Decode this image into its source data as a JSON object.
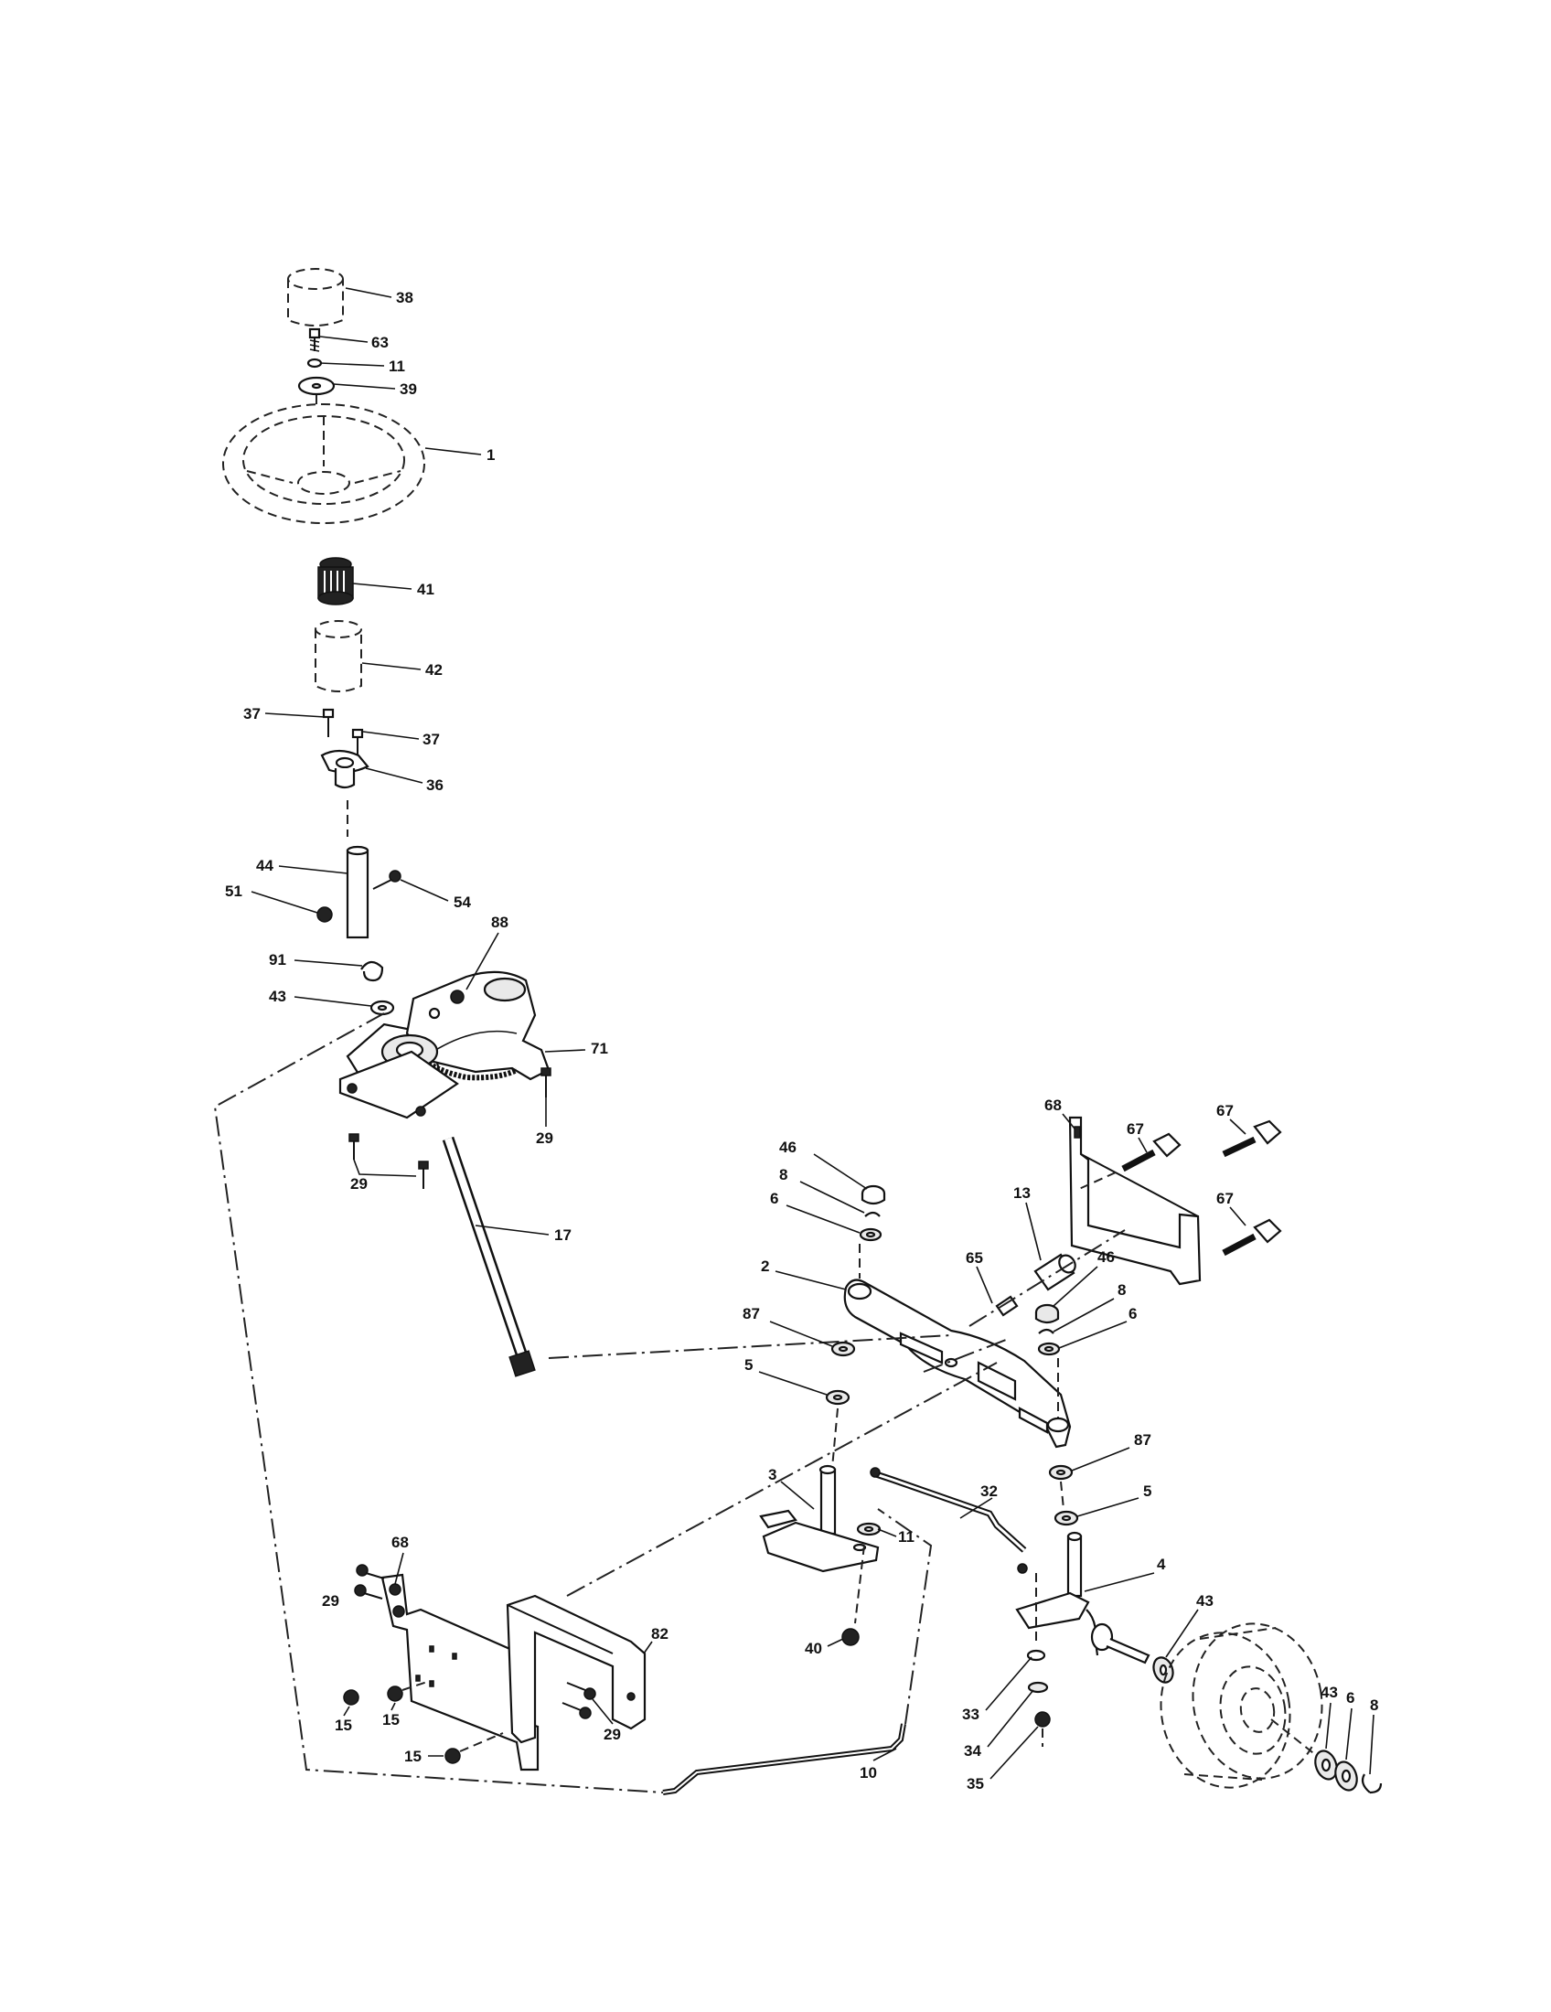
{
  "callouts": {
    "c38": "38",
    "c63": "63",
    "c11a": "11",
    "c39": "39",
    "c1": "1",
    "c41": "41",
    "c42": "42",
    "c37a": "37",
    "c37b": "37",
    "c36": "36",
    "c44": "44",
    "c51": "51",
    "c54": "54",
    "c91": "91",
    "c88": "88",
    "c43a": "43",
    "c71": "71",
    "c29a": "29",
    "c29b": "29",
    "c17": "17",
    "c68a": "68",
    "c67a": "67",
    "c67b": "67",
    "c67c": "67",
    "c13": "13",
    "c46a": "46",
    "c8a": "8",
    "c6a": "6",
    "c65": "65",
    "c46b": "46",
    "c8b": "8",
    "c2": "2",
    "c6b": "6",
    "c87a": "87",
    "c5a": "5",
    "c87b": "87",
    "c3": "3",
    "c32": "32",
    "c5b": "5",
    "c11b": "11",
    "c4": "4",
    "c43b": "43",
    "c40": "40",
    "c68b": "68",
    "c29c": "29",
    "c82": "82",
    "c15a": "15",
    "c15b": "15",
    "c29d": "29",
    "c15c": "15",
    "c10": "10",
    "c33": "33",
    "c34": "34",
    "c35": "35",
    "c43c": "43",
    "c6c": "6",
    "c8c": "8"
  }
}
